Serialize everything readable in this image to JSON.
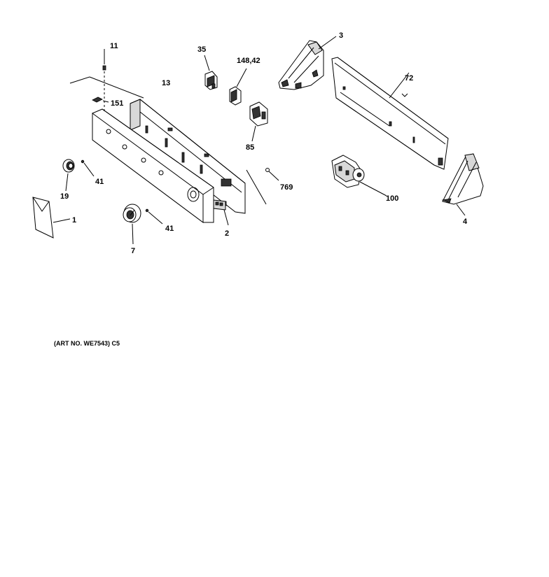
{
  "diagram": {
    "art_note": "(ART NO. WE7543) C5",
    "parts": [
      {
        "id": "1",
        "label": "1"
      },
      {
        "id": "2",
        "label": "2"
      },
      {
        "id": "3",
        "label": "3"
      },
      {
        "id": "4",
        "label": "4"
      },
      {
        "id": "7",
        "label": "7"
      },
      {
        "id": "11",
        "label": "11"
      },
      {
        "id": "13",
        "label": "13"
      },
      {
        "id": "19",
        "label": "19"
      },
      {
        "id": "35",
        "label": "35"
      },
      {
        "id": "41a",
        "label": "41"
      },
      {
        "id": "41b",
        "label": "41"
      },
      {
        "id": "72",
        "label": "72"
      },
      {
        "id": "85",
        "label": "85"
      },
      {
        "id": "100",
        "label": "100"
      },
      {
        "id": "148",
        "label": "148,42"
      },
      {
        "id": "151",
        "label": "151"
      },
      {
        "id": "769",
        "label": "769"
      }
    ]
  }
}
